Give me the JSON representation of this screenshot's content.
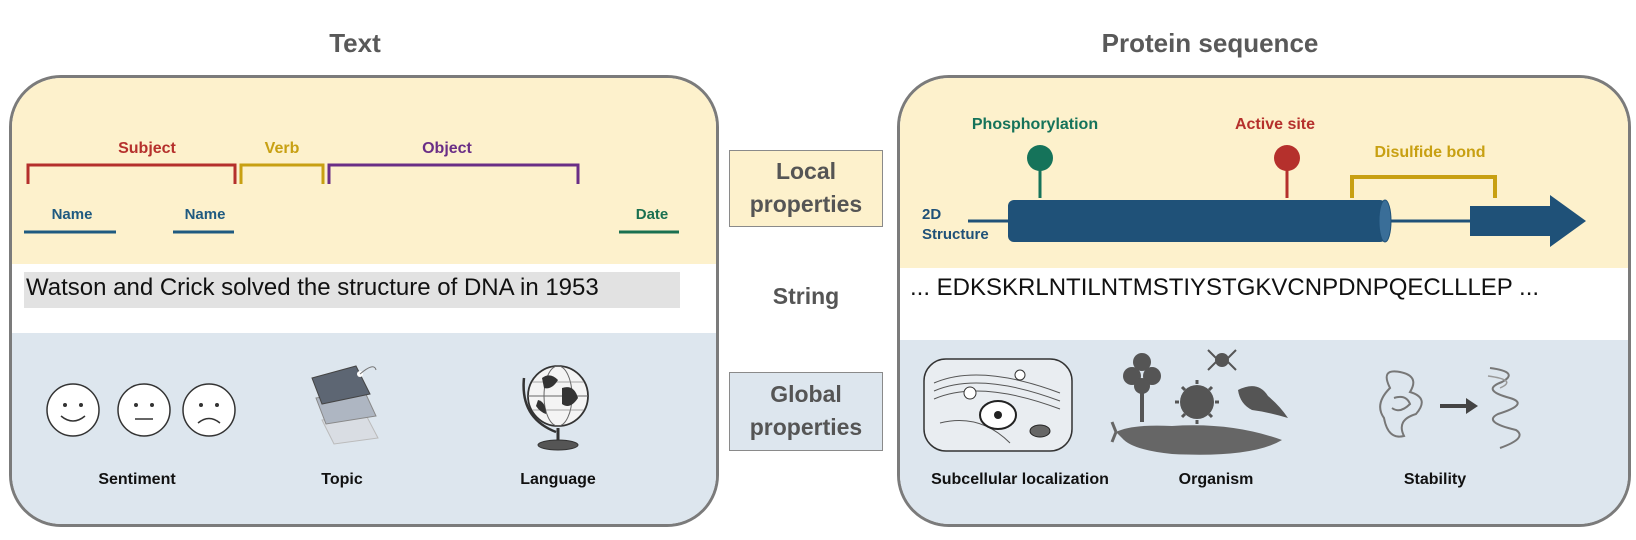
{
  "titles": {
    "text": "Text",
    "protein": "Protein sequence"
  },
  "middle": {
    "local_line1": "Local",
    "local_line2": "properties",
    "string": "String",
    "global_line1": "Global",
    "global_line2": "properties"
  },
  "text_panel": {
    "subject": "Subject",
    "verb": "Verb",
    "object": "Object",
    "name1": "Name",
    "name2": "Name",
    "date": "Date",
    "sentence": "Watson and Crick solved the structure of DNA in 1953",
    "sentiment": "Sentiment",
    "topic": "Topic",
    "language": "Language"
  },
  "protein_panel": {
    "phosphorylation": "Phosphorylation",
    "active_site": "Active site",
    "disulfide": "Disulfide bond",
    "structure_line1": "2D",
    "structure_line2": "Structure",
    "sequence": "... EDKSKRLNTILNTMSTIYSTGKVCNPDNPQECLLLEP ...",
    "subcellular": "Subcellular localization",
    "organism": "Organism",
    "stability": "Stability"
  },
  "colors": {
    "subject": "#b5302c",
    "verb": "#c8a012",
    "object": "#6a2e86",
    "name": "#1f5a80",
    "date": "#1a7050",
    "phospho": "#15735a",
    "active": "#b5302c",
    "disulfide": "#c8a012",
    "helix": "#1f5178"
  },
  "icons": [
    "smiley-icon",
    "neutral-face-icon",
    "sad-face-icon",
    "tag-icon",
    "globe-icon",
    "cell-icon",
    "tree-icon",
    "spider-icon",
    "virus-icon",
    "bird-icon",
    "whale-icon",
    "folded-protein-icon",
    "arrow-icon",
    "unfolded-protein-icon"
  ]
}
